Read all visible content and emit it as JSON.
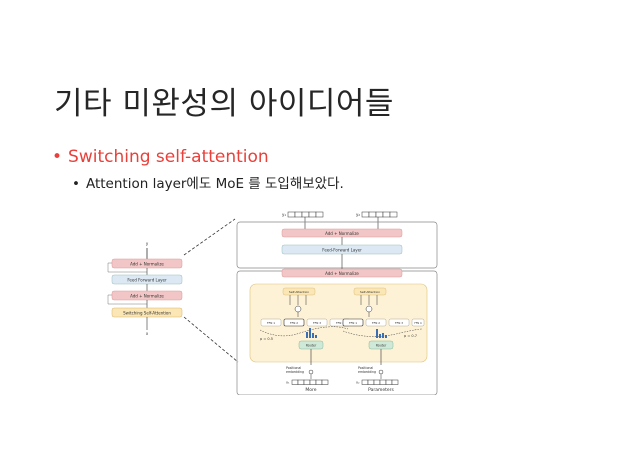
{
  "slide": {
    "title": "기타 미완성의 아이디어들",
    "bullets": [
      {
        "text": "Switching self-attention",
        "color": "#e8403a"
      },
      {
        "text": "Attention layer에도 MoE 를 도입해보았다."
      }
    ]
  },
  "figure": {
    "left_stack": {
      "top_label": "y",
      "add_norm_top": "Add + Normalize",
      "ffn": "Feed Forward Layer",
      "add_norm_bottom": "Add + Normalize",
      "switching": "Switching Self-Attention",
      "bottom_label": "x"
    },
    "right": {
      "y1": "y₁",
      "y2": "y₂",
      "add_norm_top": "Add + Normalize",
      "ffn": "Feed-Forward Layer",
      "add_norm_mid": "Add + Normalize",
      "self_attention": "Self-Attention",
      "heads": [
        "FFN 1",
        "FFN 2",
        "FFN 3",
        "FFN 4"
      ],
      "router": "Router",
      "p_left": "p = 0.5",
      "p_right": "p = 0.7",
      "positional": "Positional embedding",
      "positional_line1": "Positional",
      "positional_line2": "embedding",
      "x1": "x₁",
      "x2": "x₂",
      "word1": "More",
      "word2": "Parameters"
    },
    "colors": {
      "add_norm": "#f2c6c6",
      "ffn": "#dce9f5",
      "switching": "#fbe7b5",
      "moe_bg": "#fdf2d6",
      "router": "#cfe9d8",
      "chart_bar": "#3a6fb5"
    }
  }
}
